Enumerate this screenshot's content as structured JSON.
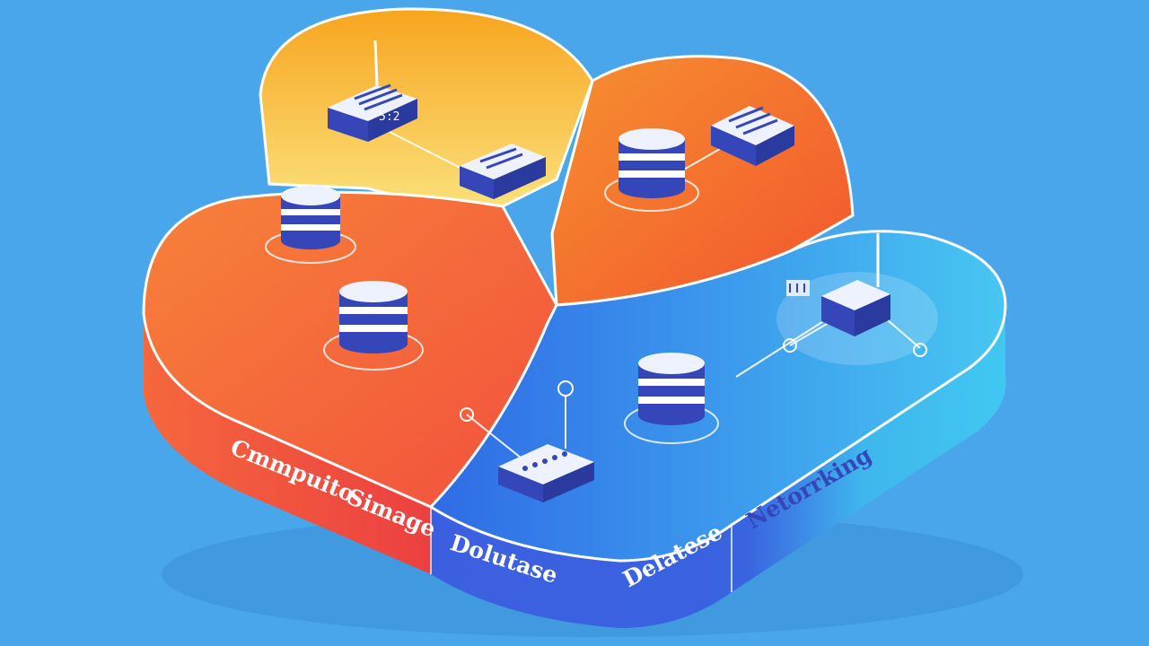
{
  "labels": {
    "compute": "Cmmpuito",
    "storage": "Simage",
    "database_left": "Dolutase",
    "database_right": "Delatese",
    "networking": "Netorrking"
  },
  "server_tag": "5:2",
  "colors": {
    "background": "#4aa6ea",
    "compute": "#f2a12a",
    "storage": "#f0642e",
    "database": "#3f6ee0",
    "networking": "#4fd0f0",
    "device": "#3546b8"
  }
}
